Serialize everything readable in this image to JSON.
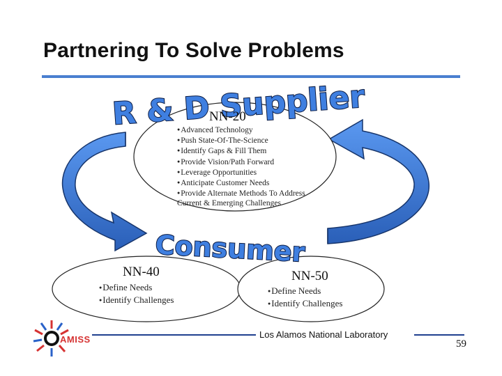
{
  "title": "Partnering To Solve Problems",
  "colors": {
    "accent": "#4a7fd0",
    "arrow": "#3f7fe0",
    "arrow_dark": "#17356b"
  },
  "banners": {
    "supplier": "R & D Supplier",
    "consumer": "Consumer"
  },
  "top_bubble": {
    "label": "NN-20",
    "bullets": [
      "Advanced Technology",
      "Push State-Of-The-Science",
      "Identify Gaps & Fill Them",
      "Provide Vision/Path Forward",
      "Leverage Opportunities",
      "Anticipate Customer Needs",
      "Provide Alternate Methods To Address"
    ],
    "continuation": "Current & Emerging Challenges"
  },
  "left_bubble": {
    "label": "NN-40",
    "bullets": [
      "Define Needs",
      "Identify Challenges"
    ]
  },
  "right_bubble": {
    "label": "NN-50",
    "bullets": [
      "Define Needs",
      "Identify Challenges"
    ]
  },
  "footer": {
    "lab": "Los Alamos National Laboratory",
    "page_number": "59",
    "logo_text": "AMISS"
  }
}
